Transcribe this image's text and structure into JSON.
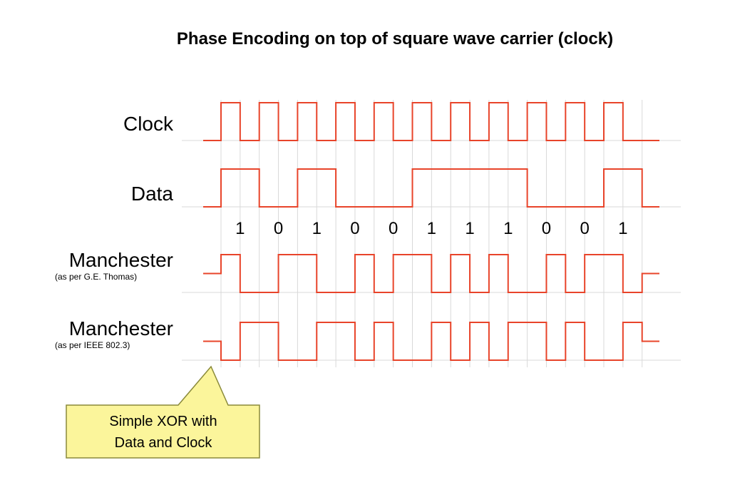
{
  "title": "Phase Encoding on top of square wave carrier (clock)",
  "rows": [
    {
      "label": "Clock",
      "sublabel": ""
    },
    {
      "label": "Data",
      "sublabel": ""
    },
    {
      "label": "Manchester",
      "sublabel": "(as per G.E. Thomas)"
    },
    {
      "label": "Manchester",
      "sublabel": "(as per IEEE 802.3)"
    }
  ],
  "bits": [
    "1",
    "0",
    "1",
    "0",
    "0",
    "1",
    "1",
    "1",
    "0",
    "0",
    "1"
  ],
  "callout": {
    "line1": "Simple XOR with",
    "line2": "Data and Clock"
  },
  "colors": {
    "signal": "#e8442a",
    "grid": "#d9d9d9",
    "callout_fill": "#fbf59b",
    "callout_border": "#8a8a3a"
  }
}
